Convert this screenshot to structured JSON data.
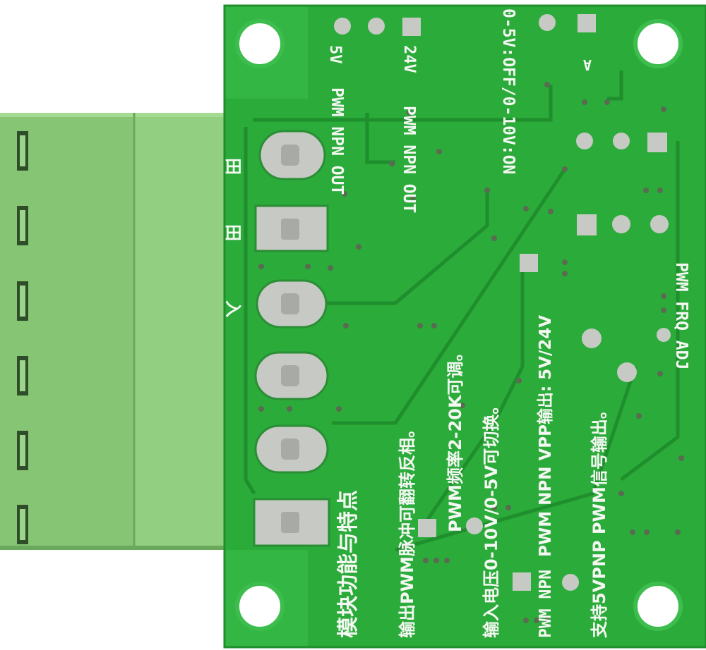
{
  "image": {
    "subject": "green PCB module, rear side, with green screw terminal block",
    "colors": {
      "pcb": "#2bab3a",
      "pcb_dark": "#1f8e2c",
      "terminal": "#8cc97a",
      "terminal_dark": "#6aa85b",
      "pad": "#c7c9c4",
      "silk": "#f4f7f2",
      "background": "#ffffff"
    }
  },
  "silkscreen": {
    "top_5v": "5V",
    "top_24v": "24V",
    "top_a": "A",
    "col_pwm_npn_out_1": "PWM NPN OUT",
    "col_pwm_npn_out_2": "PWM NPN OUT",
    "mode_label": "0-5V:OFF/0-10V:ON",
    "pwm_frq_adj": "PWM FRQ ADJ",
    "term_label_1": "田",
    "term_label_2": "田",
    "term_label_3": "入",
    "cn_title": "模块功能与特点",
    "cn_line_1": "输出PWM脉冲可翻转反相。",
    "cn_line_2": "PWM频率2-20K可调。",
    "cn_line_3": "输入电压0-10V/0-5V可切换。",
    "cn_line_4": "PWM NPN VPP输出: 5V/24V",
    "cn_line_5": "支持5VPNP PWM信号输出。",
    "bottom_pwm_npn": "PWM NPN"
  }
}
